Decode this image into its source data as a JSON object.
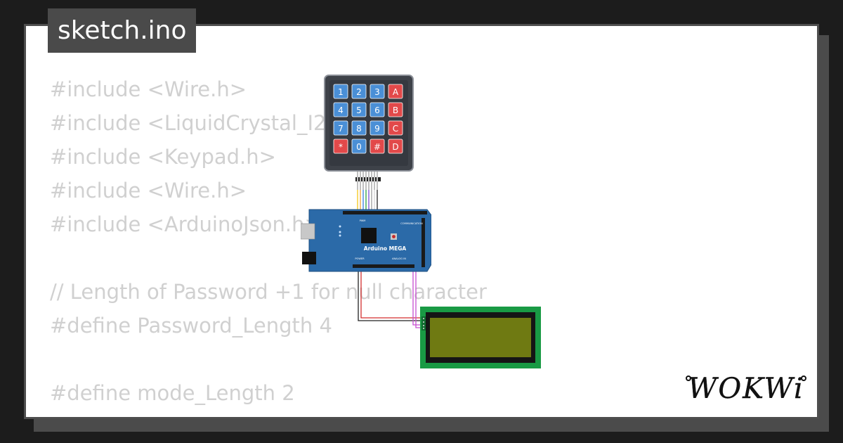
{
  "file_tab": {
    "label": "sketch.ino"
  },
  "code_lines": [
    "#include <Wire.h>",
    "#include <LiquidCrystal_I2C.h>",
    "#include <Keypad.h>",
    "#include <Wire.h>",
    "#include <ArduinoJson.h>",
    "",
    "// Length of Password +1 for null character",
    "#define Password_Length 4",
    "",
    "#define mode_Length 2"
  ],
  "keypad": {
    "keys": [
      "1",
      "2",
      "3",
      "A",
      "4",
      "5",
      "6",
      "B",
      "7",
      "8",
      "9",
      "C",
      "*",
      "0",
      "#",
      "D"
    ]
  },
  "board": {
    "name": "Arduino MEGA",
    "power_label": "POWER",
    "analog_label": "ANALOG IN",
    "comm_label": "COMMUNICATION",
    "pwm_label": "PWM"
  },
  "logo": {
    "text": "WOKWi"
  },
  "colors": {
    "background": "#1c1c1c",
    "card": "#ffffff",
    "tab": "#4a4a4a",
    "code_text": "#d0d0d0",
    "board_blue": "#2b6aa8",
    "lcd_green": "#199a44",
    "keypad_body": "#3e4249",
    "key_blue": "#4a8fd6",
    "key_red": "#e2494a"
  }
}
